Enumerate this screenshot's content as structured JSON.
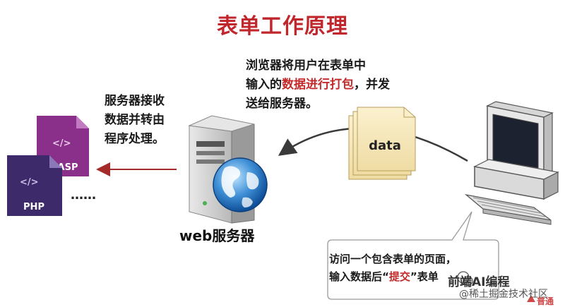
{
  "title": "表单工作原理",
  "browser_note": {
    "line1": "浏览器将用户在表单中",
    "line2_prefix": "输入的",
    "line2_highlight": "数据进行打包",
    "line2_suffix": "，并发",
    "line3": "送给服务器。"
  },
  "server_note": {
    "line1": "服务器接收",
    "line2": "数据并转由",
    "line3": "程序处理。"
  },
  "data_label": "data",
  "server_label": "web服务器",
  "file_labels": {
    "asp": "ASP",
    "php": "PHP",
    "code": "</>"
  },
  "ellipsis": "……",
  "bubble": {
    "line1": "访问一个包含表单的页面，",
    "line2_prefix": "输入数据后“",
    "line2_highlight": "提交",
    "line2_suffix": "”表单"
  },
  "watermark": {
    "brand": "前端AI编程",
    "community": "@稀土掘金技术社区",
    "logo_text": "普通"
  },
  "colors": {
    "title": "#c0272d",
    "highlight": "#c42a2a",
    "arrow": "#a52a2a",
    "asp_icon": "#8a2f8a",
    "php_icon": "#3c2a6a"
  }
}
